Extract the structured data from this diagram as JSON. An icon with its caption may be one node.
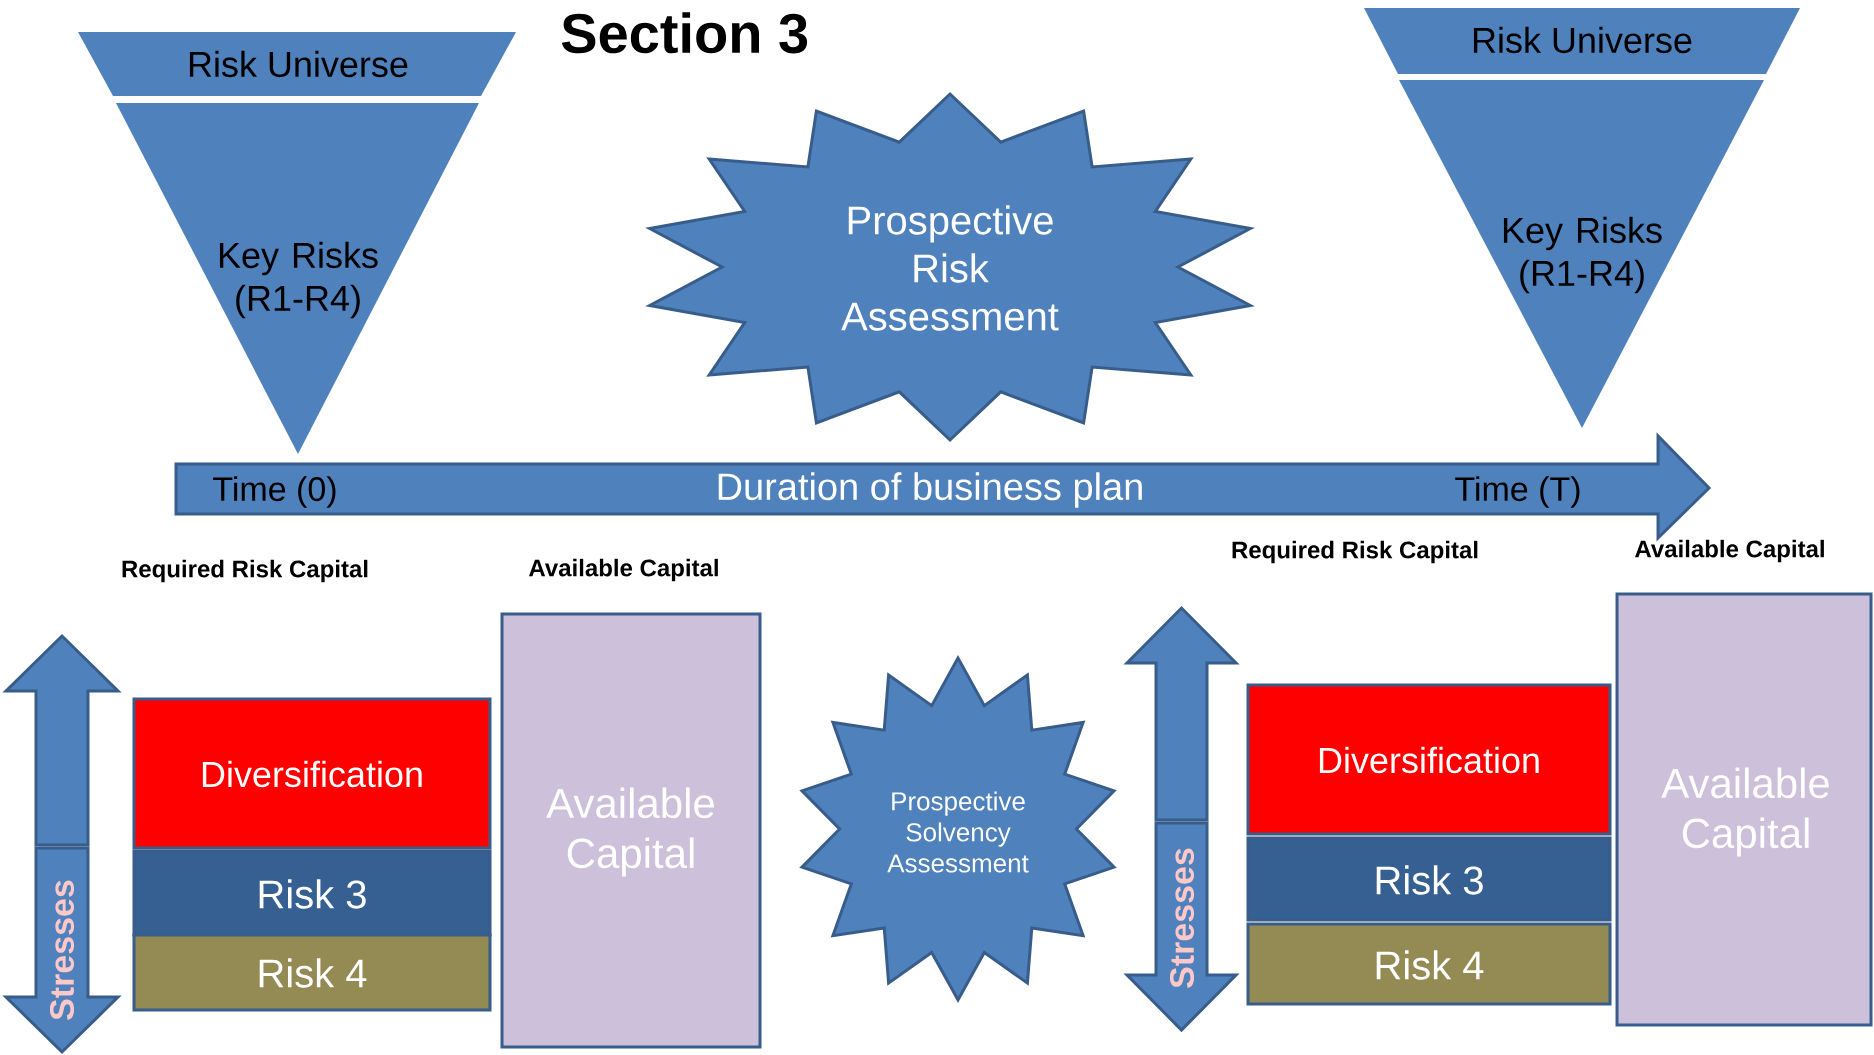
{
  "diagram": {
    "title": "Section 3",
    "nodes": [
      {
        "text": [
          "Risk Universe"
        ]
      },
      {
        "text": [
          "Key Risks (R1-R4)"
        ]
      },
      {
        "text": [
          "Prospective Risk Assessment"
        ]
      },
      {
        "text": [
          "Risk Universe"
        ]
      },
      {
        "text": [
          "Key Risks (R1-R4)"
        ]
      },
      {
        "text": [
          "Time (0)",
          "Duration of business plan",
          "Time (T)"
        ]
      },
      {
        "text": [
          "Stresses"
        ]
      },
      {
        "text": [
          "Diversification"
        ]
      },
      {
        "text": [
          "Risk 3"
        ]
      },
      {
        "text": [
          "Risk 4"
        ]
      },
      {
        "text": [
          "Available Capital"
        ]
      },
      {
        "text": [
          "Prospective Solvency Assessment"
        ]
      },
      {
        "text": [
          "Stresses"
        ]
      },
      {
        "text": [
          "Diversification"
        ]
      },
      {
        "text": [
          "Risk 3"
        ]
      },
      {
        "text": [
          "Risk 4"
        ]
      },
      {
        "text": [
          "Available Capital"
        ]
      }
    ],
    "labels": [
      "Required Risk Capital",
      "Available Capital",
      "Required Risk Capital",
      "Available Capital"
    ]
  }
}
